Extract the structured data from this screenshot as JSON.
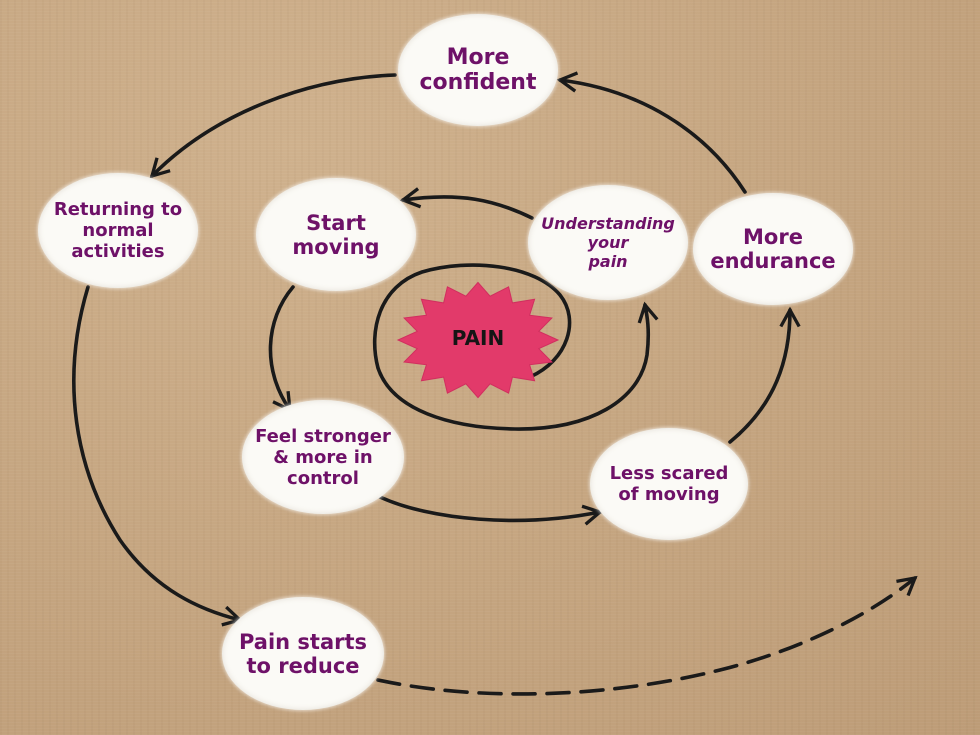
{
  "diagram": {
    "center": "PAIN",
    "nodes": {
      "more_confident": "More\nconfident",
      "returning": "Returning to\nnormal\nactivities",
      "start_moving": "Start\nmoving",
      "understanding": "Understanding\nyour\npain",
      "more_endurance": "More\nendurance",
      "feel_stronger": "Feel stronger\n& more in\ncontrol",
      "less_scared": "Less scared\nof moving",
      "pain_reduce": "Pain starts\nto reduce"
    },
    "colors": {
      "label": "#6e1168",
      "pain_star": "#e23a6a",
      "line": "#1a1a1a",
      "node_fill": "#fbfaf6"
    }
  }
}
